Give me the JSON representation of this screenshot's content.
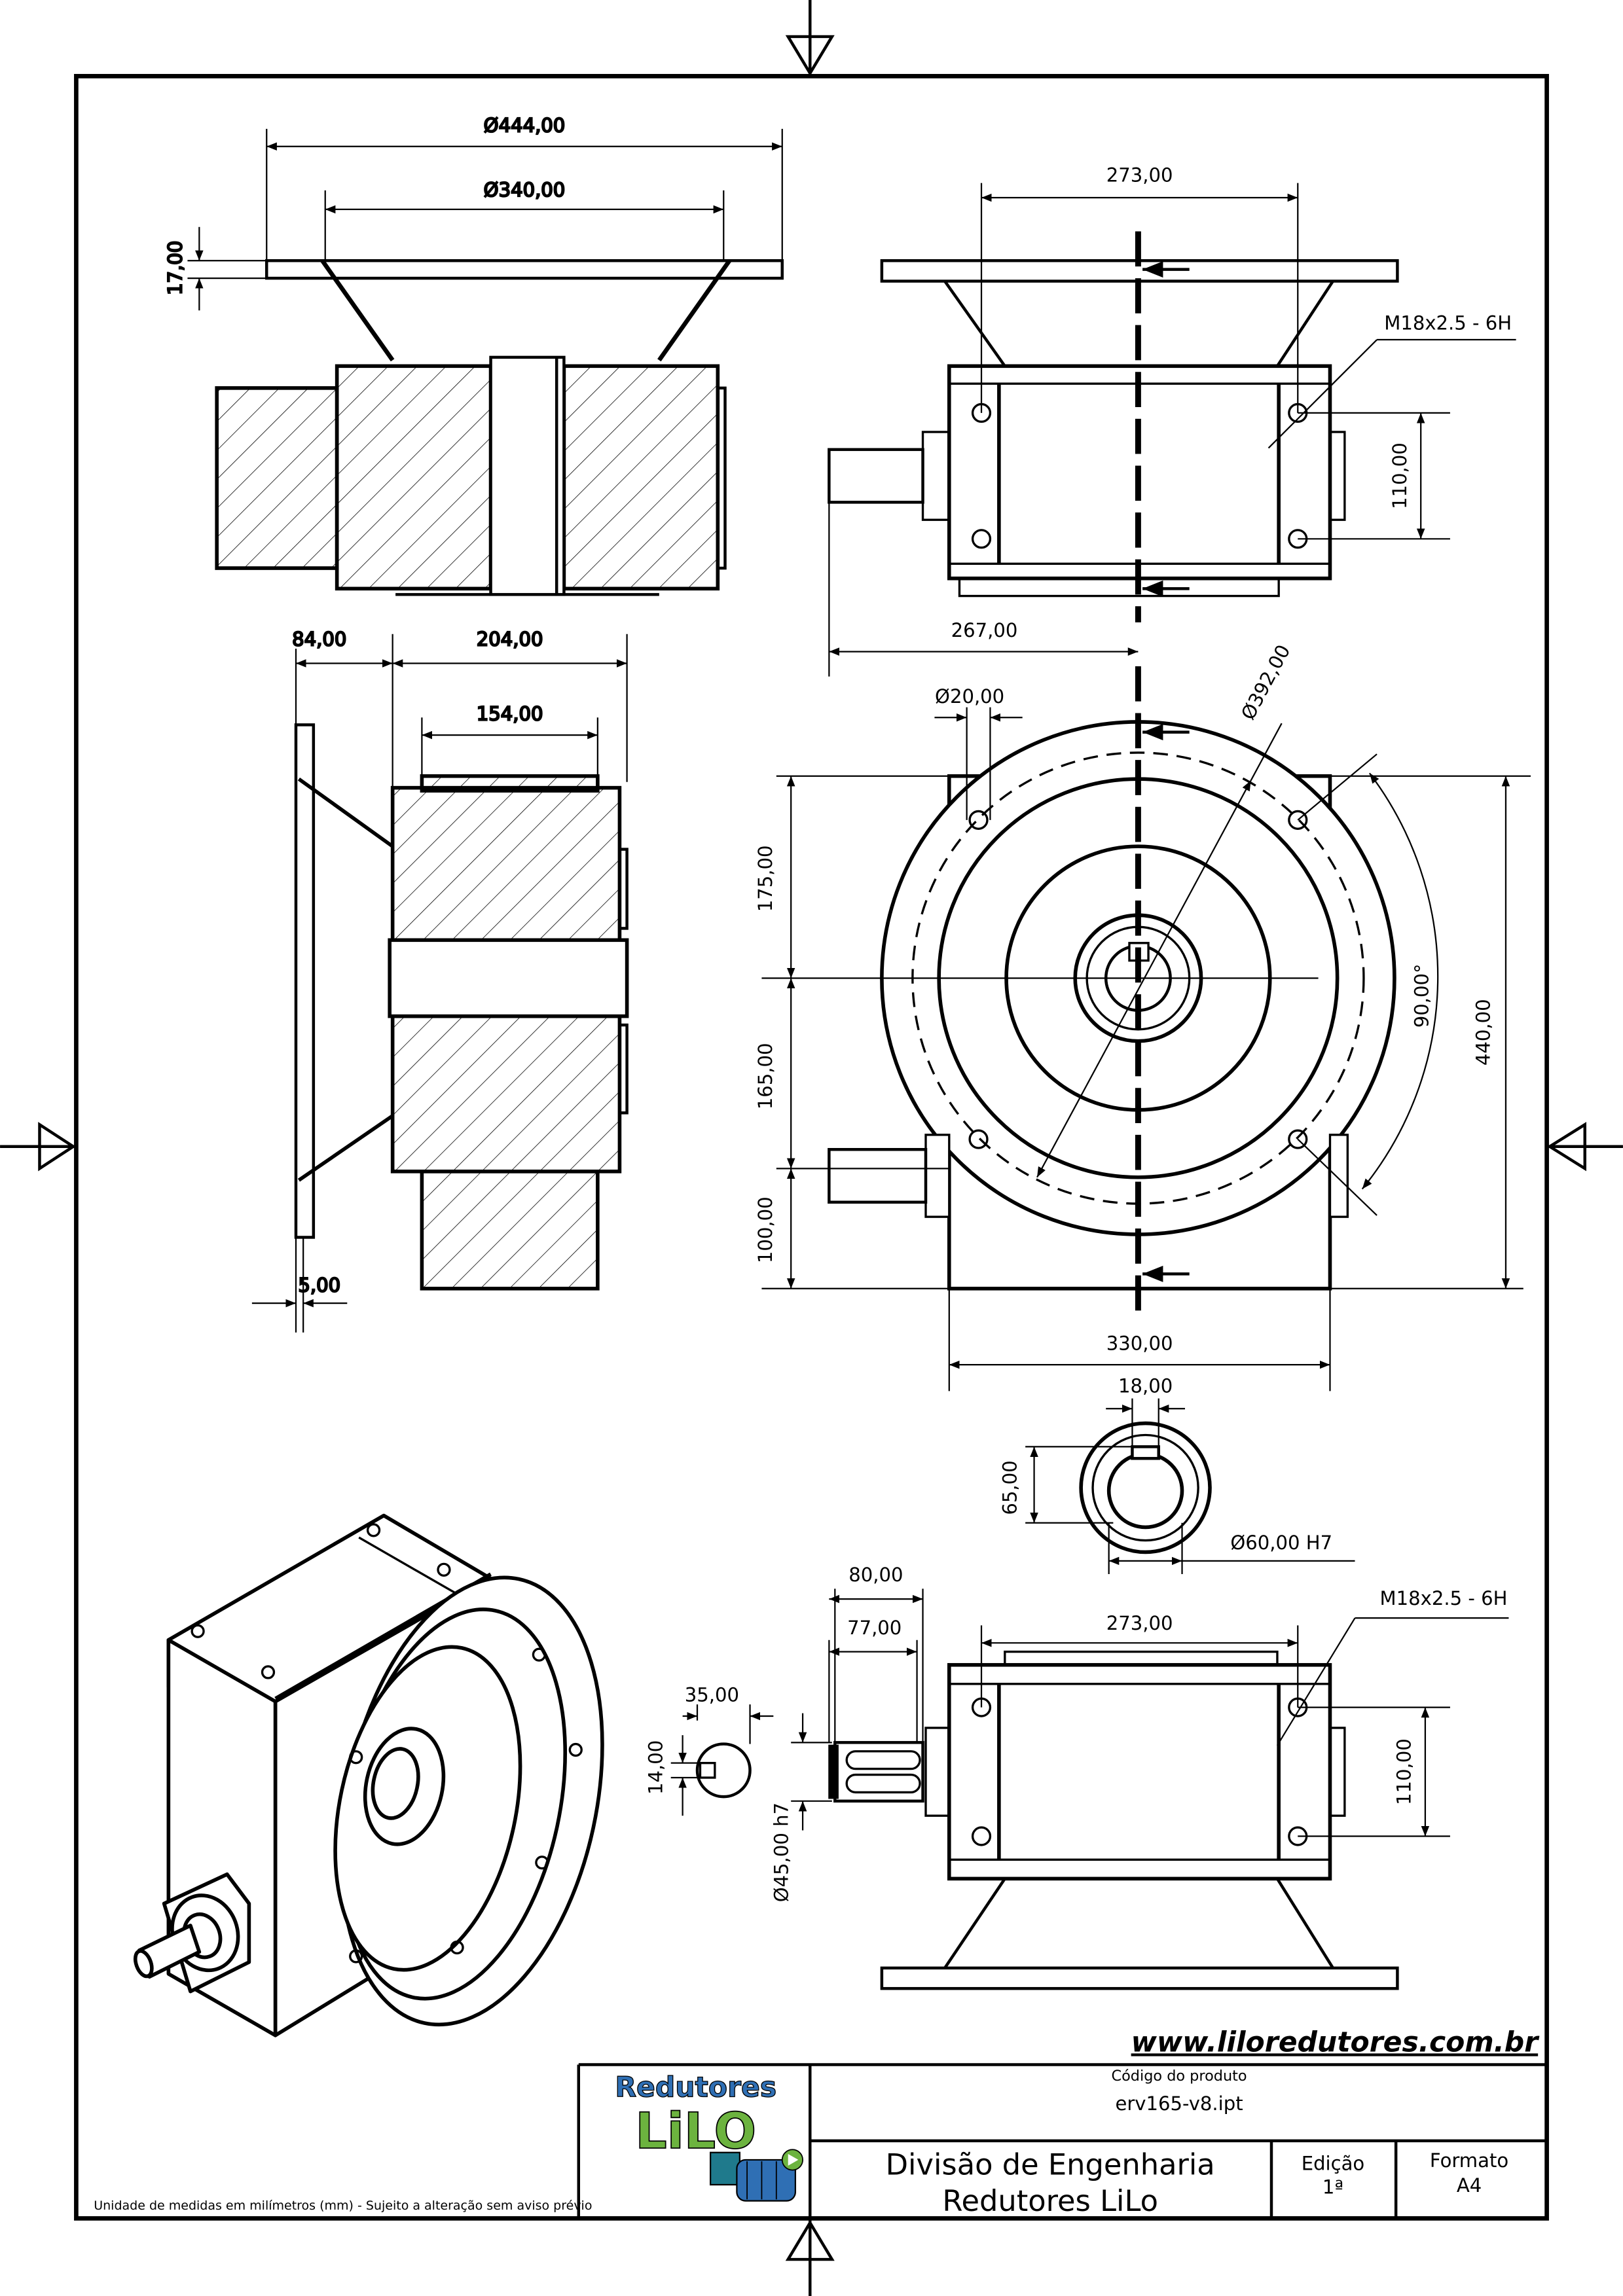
{
  "views": {
    "top_section": {
      "dim_flange_outer": "Ø444,00",
      "dim_flange_inner": "Ø340,00",
      "dim_flange_thickness": "17,00"
    },
    "side_section": {
      "dim_flange_offset": "84,00",
      "dim_body_width": "204,00",
      "dim_body_inner": "154,00",
      "dim_flange_plate": "5,00"
    },
    "top_right": {
      "dim_hole_spacing": "273,00",
      "dim_thread": "M18x2.5 - 6H",
      "dim_hole_vertical": "110,00",
      "dim_shaft_offset": "267,00"
    },
    "front": {
      "dim_hole_dia": "Ø20,00",
      "dim_bolt_circle": "Ø392,00",
      "dim_upper_height": "175,00",
      "dim_lower_height": "165,00",
      "dim_base_height": "100,00",
      "dim_total_height": "440,00",
      "dim_angle": "90,00°",
      "dim_base_width": "330,00"
    },
    "bore_detail": {
      "dim_key_width": "18,00",
      "dim_key_depth": "65,00",
      "dim_bore": "Ø60,00 H7"
    },
    "bottom_right": {
      "dim_shaft_length_80": "80,00",
      "dim_shaft_length_77": "77,00",
      "dim_hole_spacing": "273,00",
      "dim_thread": "M18x2.5 - 6H",
      "dim_hole_vertical": "110,00",
      "dim_shaft_dia": "Ø45,00 h7",
      "dim_key_35": "35,00",
      "dim_key_14": "14,00"
    }
  },
  "title_block": {
    "website": "www.liloredutores.com.br",
    "logo_top": "Redutores",
    "logo_main": "LiLO",
    "product_code_label": "Código do produto",
    "product_code": "erv165-v8.ipt",
    "division_line1": "Divisão de Engenharia",
    "division_line2": "Redutores LiLo",
    "edition_label": "Edição",
    "edition_value": "1ª",
    "format_label": "Formato",
    "format_value": "A4",
    "units_note": "Unidade de medidas em milímetros (mm) - Sujeito a alteração sem aviso prévio"
  },
  "colors": {
    "ink": "#000000",
    "logo_blue": "#2f6fb4",
    "logo_green": "#6cb33f",
    "motor_teal": "#1f7a8c"
  }
}
